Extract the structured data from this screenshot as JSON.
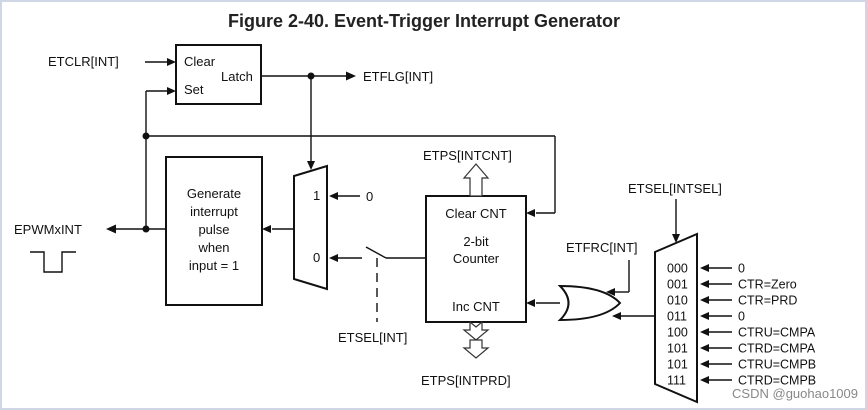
{
  "figure": {
    "title": "Figure 2-40. Event-Trigger Interrupt Generator"
  },
  "signals": {
    "etclr": "ETCLR[INT]",
    "etflg": "ETFLG[INT]",
    "epwmxint": "EPWMxINT",
    "etps_intcnt": "ETPS[INTCNT]",
    "etps_intprd": "ETPS[INTPRD]",
    "etsel_int": "ETSEL[INT]",
    "etsel_intsel": "ETSEL[INTSEL]",
    "etfrc": "ETFRC[INT]"
  },
  "latch": {
    "clear": "Clear",
    "set": "Set",
    "out": "Latch"
  },
  "generator": {
    "line1": "Generate",
    "line2": "interrupt",
    "line3": "pulse",
    "line4": "when",
    "line5": "input = 1"
  },
  "mux2": {
    "in1": "1",
    "in0": "0",
    "zero_input": "0"
  },
  "counter": {
    "clear": "Clear CNT",
    "line1": "2-bit",
    "line2": "Counter",
    "inc": "Inc CNT"
  },
  "mux8": {
    "codes": [
      "000",
      "001",
      "010",
      "011",
      "100",
      "101",
      "101",
      "111"
    ],
    "inputs": [
      "0",
      "CTR=Zero",
      "CTR=PRD",
      "0",
      "CTRU=CMPA",
      "CTRD=CMPA",
      "CTRU=CMPB",
      "CTRD=CMPB"
    ]
  },
  "watermark": "CSDN @guohao1009"
}
